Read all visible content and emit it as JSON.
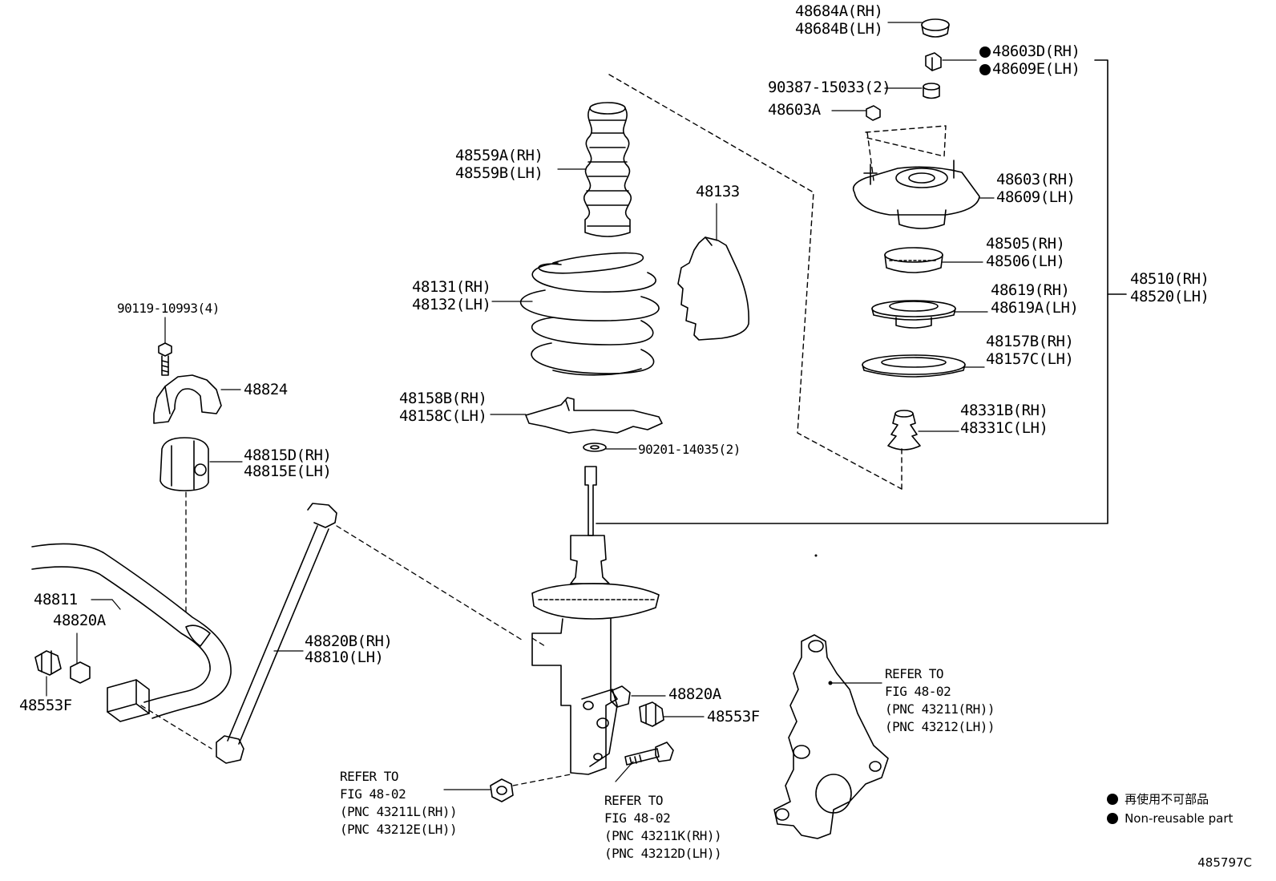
{
  "callouts": {
    "p48684ab": [
      "48684A(RH)",
      "48684B(LH)"
    ],
    "p48603de": [
      "48603D(RH)",
      "48609E(LH)"
    ],
    "p90387": [
      "90387-15033(2)"
    ],
    "p48603a": [
      "48603A"
    ],
    "p48603": [
      "48603(RH)",
      "48609(LH)"
    ],
    "p48505": [
      "48505(RH)",
      "48506(LH)"
    ],
    "p48619": [
      "48619(RH)",
      "48619A(LH)"
    ],
    "p48157": [
      "48157B(RH)",
      "48157C(LH)"
    ],
    "p48331": [
      "48331B(RH)",
      "48331C(LH)"
    ],
    "p48510": [
      "48510(RH)",
      "48520(LH)"
    ],
    "p48559": [
      "48559A(RH)",
      "48559B(LH)"
    ],
    "p48133": [
      "48133"
    ],
    "p48131": [
      "48131(RH)",
      "48132(LH)"
    ],
    "p48158": [
      "48158B(RH)",
      "48158C(LH)"
    ],
    "p90201": [
      "90201-14035(2)"
    ],
    "p90119": [
      "90119-10993(4)"
    ],
    "p48824": [
      "48824"
    ],
    "p48815": [
      "48815D(RH)",
      "48815E(LH)"
    ],
    "p48811": [
      "48811"
    ],
    "p48820a_left": [
      "48820A"
    ],
    "p48553f_left": [
      "48553F"
    ],
    "p48820b": [
      "48820B(RH)",
      "48810(LH)"
    ],
    "p48820a_mid": [
      "48820A"
    ],
    "p48553f_mid": [
      "48553F"
    ]
  },
  "refer_notes": {
    "knuckle": [
      "REFER TO",
      "FIG 48-02",
      "(PNC 43211(RH))",
      "(PNC 43212(LH))"
    ],
    "lower_nut": [
      "REFER TO",
      "FIG 48-02",
      "(PNC 43211L(RH))",
      "(PNC 43212E(LH))"
    ],
    "lower_bolt": [
      "REFER TO",
      "FIG 48-02",
      "(PNC 43211K(RH))",
      "(PNC 43212D(LH))"
    ]
  },
  "legend": {
    "japanese": "再使用不可部品",
    "english": "Non-reusable part"
  },
  "illustration_id": "485797C"
}
